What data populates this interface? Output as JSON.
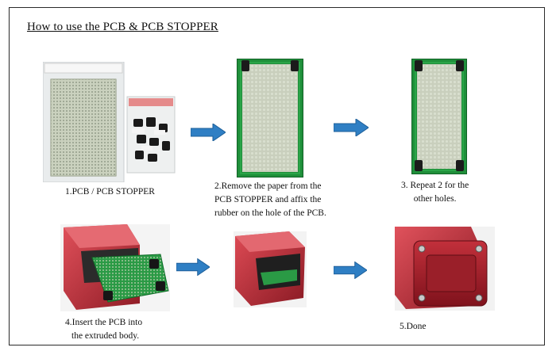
{
  "title": "How to use the PCB & PCB STOPPER",
  "steps": {
    "step1": {
      "caption": "1.PCB / PCB STOPPER"
    },
    "step2": {
      "line1": "2.Remove the paper from the",
      "line2": "PCB STOPPER and affix the",
      "line3": "rubber on the hole of the PCB."
    },
    "step3": {
      "line1": "3. Repeat 2 for the",
      "line2": "other holes."
    },
    "step4": {
      "line1": "4.Insert the PCB into",
      "line2": "the extruded body."
    },
    "step5": {
      "caption": "5.Done"
    }
  },
  "colors": {
    "arrow": "#2f7fc4",
    "pcb_green": "#1f8f3a",
    "enclosure_red": "#c8333f",
    "frame": "#2a2a2a"
  }
}
